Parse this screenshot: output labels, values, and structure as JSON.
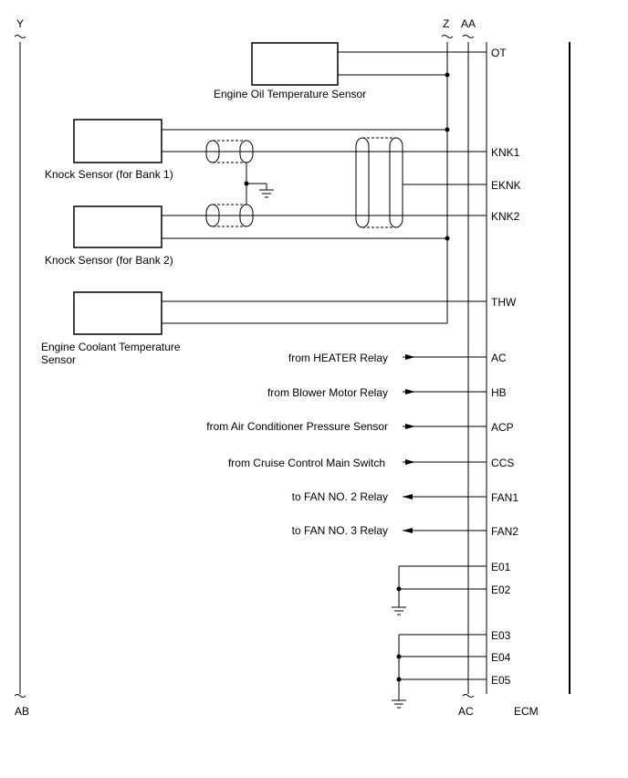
{
  "connectors": {
    "top_left": "Y",
    "top_z": "Z",
    "top_aa": "AA",
    "bottom_left": "AB",
    "bottom_ac": "AC"
  },
  "ecm_label": "ECM",
  "components": {
    "oil_temp_sensor": "Engine Oil Temperature Sensor",
    "knock_sensor_1": "Knock Sensor (for Bank 1)",
    "knock_sensor_2": "Knock Sensor (for Bank 2)",
    "coolant_temp_sensor_line1": "Engine Coolant Temperature",
    "coolant_temp_sensor_line2": "Sensor"
  },
  "ecm_pins": {
    "ot": "OT",
    "knk1": "KNK1",
    "eknk": "EKNK",
    "knk2": "KNK2",
    "thw": "THW",
    "ac": "AC",
    "hb": "HB",
    "acp": "ACP",
    "ccs": "CCS",
    "fan1": "FAN1",
    "fan2": "FAN2",
    "e01": "E01",
    "e02": "E02",
    "e03": "E03",
    "e04": "E04",
    "e05": "E05"
  },
  "signals": {
    "heater_relay": "from HEATER Relay",
    "blower_motor_relay": "from Blower Motor Relay",
    "ac_pressure_sensor": "from Air Conditioner Pressure Sensor",
    "cruise_main_switch": "from Cruise Control Main Switch",
    "fan2_relay": "to FAN NO. 2 Relay",
    "fan3_relay": "to FAN NO. 3 Relay"
  }
}
